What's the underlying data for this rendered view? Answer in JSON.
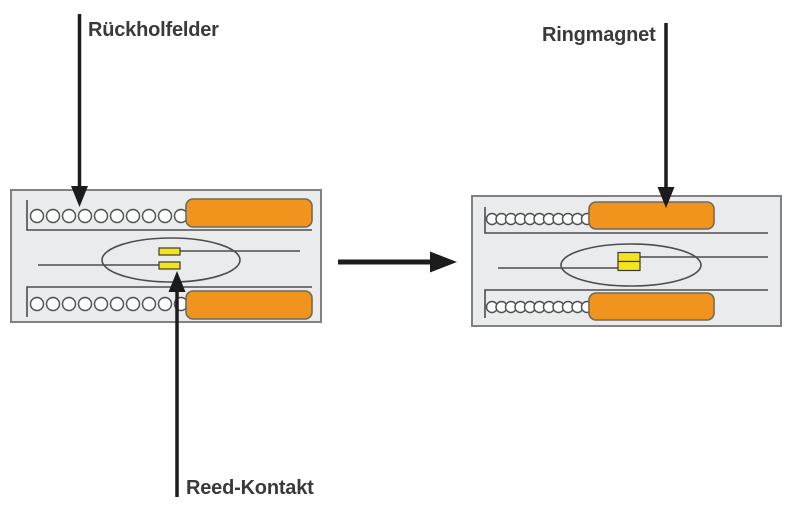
{
  "labels": {
    "return_springs": "Rückholfelder",
    "ring_magnet": "Ringmagnet",
    "reed_contact": "Reed-Kontakt"
  },
  "diagram": {
    "left_state": "reed contact open, springs extended",
    "right_state": "reed contact closed, springs compressed"
  },
  "colors": {
    "magnet_fill": "#F0941E",
    "magnet_border": "#6E6A60",
    "contact_fill": "#F5E31E",
    "contact_border": "#3B3B33",
    "housing_fill": "#E9EBEC",
    "housing_border": "#7F8184",
    "diagram_line": "#4D4D4D",
    "arrow_black": "#1C1C1C",
    "label_color": "#3A3A3C",
    "background": "#FFFFFF"
  }
}
